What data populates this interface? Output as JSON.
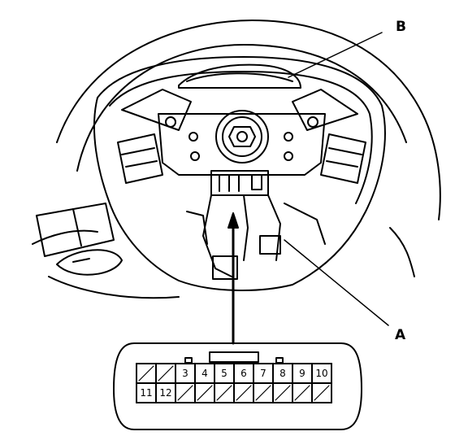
{
  "callouts": {
    "a": "A",
    "b": "B"
  },
  "connector": {
    "top_row": [
      "",
      "",
      "3",
      "4",
      "5",
      "6",
      "7",
      "8",
      "9",
      "10"
    ],
    "bottom_row": [
      "11",
      "12",
      "",
      "",
      "",
      "",
      "",
      "",
      "",
      ""
    ]
  },
  "colors": {
    "line": "#000000",
    "background": "#ffffff"
  }
}
